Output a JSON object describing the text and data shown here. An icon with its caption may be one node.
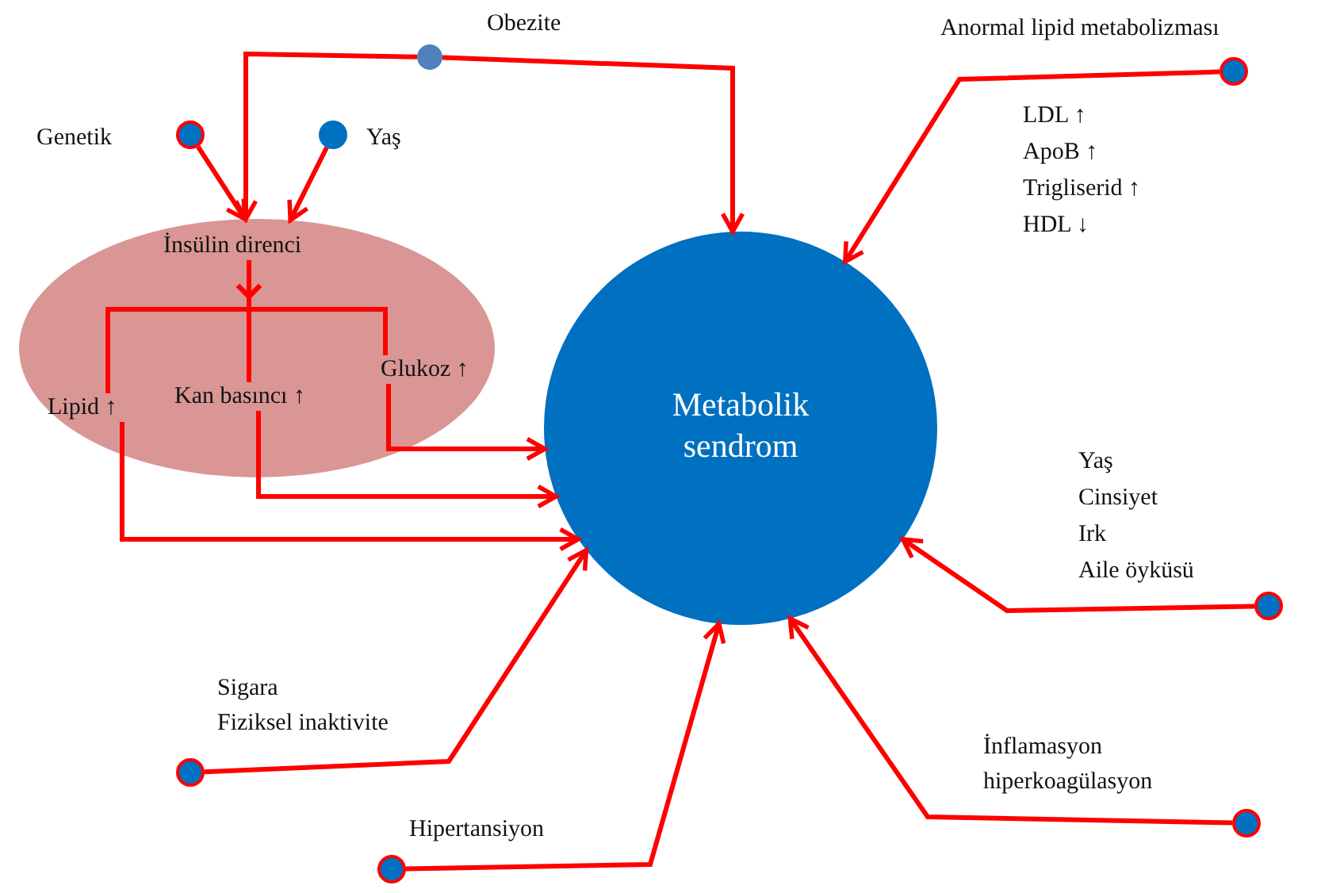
{
  "diagram": {
    "nodes": [
      {
        "text": [
          "Obezite"
        ]
      },
      {
        "text": [
          "Genetik"
        ]
      },
      {
        "text": [
          "Yaş"
        ]
      },
      {
        "text": [
          "İnsülin direnci"
        ]
      },
      {
        "text": [
          "Lipid ↑"
        ],
        "in": 3
      },
      {
        "text": [
          "Kan basıncı ↑"
        ],
        "in": 3
      },
      {
        "text": [
          "Glukoz ↑"
        ],
        "in": 3
      },
      {
        "text": [
          "Metabolik sendrom"
        ]
      },
      {
        "text": [
          "Anormal lipid metabolizması"
        ]
      },
      {
        "text": [],
        "shape": "circle"
      },
      {
        "text": [
          "Sigara",
          "Fiziksel inaktivite"
        ]
      },
      {
        "text": [
          "Hipertansiyon"
        ]
      },
      {
        "text": [
          "İnflamasyon hiperkoagülasyon"
        ]
      }
    ],
    "edges": [
      {
        "from": 0,
        "to": 3,
        "arrow": "to"
      },
      {
        "from": 0,
        "to": 7,
        "arrow": "to"
      },
      {
        "from": 1,
        "to": 3,
        "arrow": "to"
      },
      {
        "from": 2,
        "to": 3,
        "arrow": "to"
      },
      {
        "from": 3,
        "to": 4,
        "arrow": "to"
      },
      {
        "from": 3,
        "to": 5,
        "arrow": "to"
      },
      {
        "from": 3,
        "to": 6,
        "arrow": "to"
      },
      {
        "from": 4,
        "to": 7,
        "arrow": "to"
      },
      {
        "from": 5,
        "to": 7,
        "arrow": "to"
      },
      {
        "from": 6,
        "to": 7,
        "arrow": "to"
      },
      {
        "from": 8,
        "to": 7,
        "arrow": "to"
      },
      {
        "from": 9,
        "to": 7,
        "arrow": "to"
      },
      {
        "from": 10,
        "to": 7,
        "arrow": "to"
      },
      {
        "from": 11,
        "to": 7,
        "arrow": "to"
      },
      {
        "from": 12,
        "to": 7,
        "arrow": "to"
      }
    ],
    "labels": [
      "LDL ↑",
      "ApoB ↑",
      "Trigliserid ↑",
      "HDL ↓",
      "Yaş",
      "Cinsiyet",
      "Irk",
      "Aile öyküsü"
    ]
  }
}
